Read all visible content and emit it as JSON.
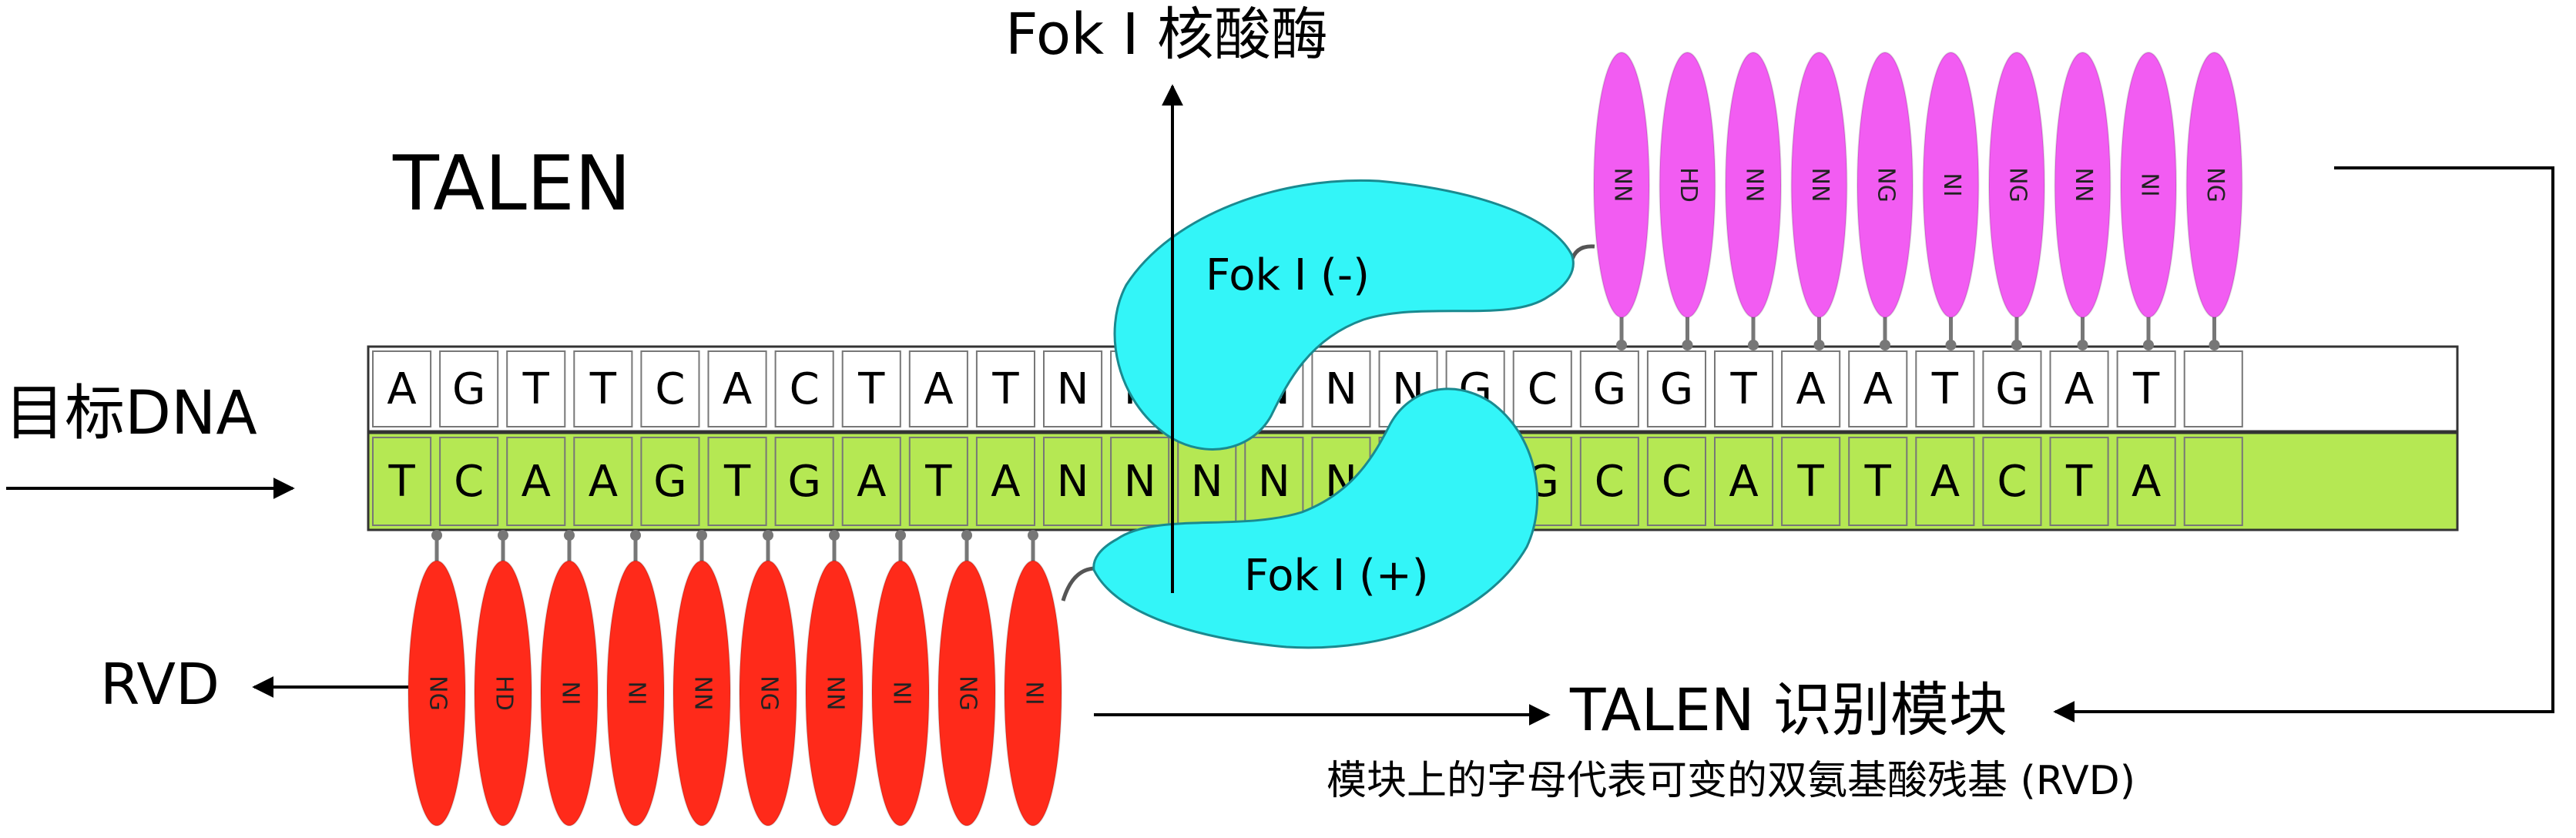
{
  "title": "TALEN",
  "target_dna_label": "目标DNA",
  "rvd_label": "RVD",
  "fokI_nuclease_label": "Fok I 核酸酶",
  "fokI_minus_label": "Fok I (-)",
  "fokI_plus_label": "Fok I (+)",
  "module_label": "TALEN 识别模块",
  "module_caption": "模块上的字母代表可变的双氨基酸残基 (RVD)",
  "top_strand": [
    "A",
    "G",
    "T",
    "T",
    "C",
    "A",
    "C",
    "T",
    "A",
    "T",
    "N",
    "N",
    "N",
    "N",
    "N",
    "N",
    "G",
    "C",
    "G",
    "G",
    "T",
    "A",
    "A",
    "T",
    "G",
    "A",
    "T",
    ""
  ],
  "bottom_strand": [
    "T",
    "C",
    "A",
    "A",
    "G",
    "T",
    "G",
    "A",
    "T",
    "A",
    "N",
    "N",
    "N",
    "N",
    "N",
    "N",
    "C",
    "G",
    "C",
    "C",
    "A",
    "T",
    "T",
    "A",
    "C",
    "T",
    "A",
    ""
  ],
  "upper_modules": [
    "NN",
    "HD",
    "NN",
    "NN",
    "NG",
    "NI",
    "NG",
    "NN",
    "NI",
    "NG"
  ],
  "lower_modules": [
    "NG",
    "HD",
    "NI",
    "NI",
    "NN",
    "NG",
    "NN",
    "NI",
    "NG",
    "NI"
  ],
  "colors": {
    "top_strand_fill": "#ffffff",
    "bottom_strand_fill": "#b5e853",
    "upper_module_color": "#f25cf2",
    "lower_module_color": "#ff2a1a",
    "nuclease_color": "#33f5f8",
    "stalk_color": "#777777"
  }
}
